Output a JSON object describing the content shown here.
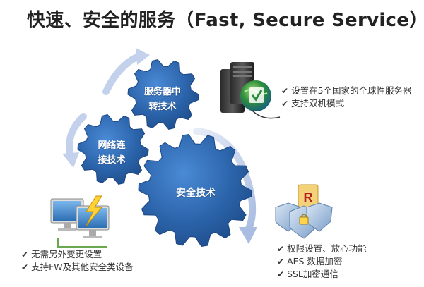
{
  "title": "快速、安全的服务（Fast, Secure Service）",
  "gears": {
    "relay": "服务器中\n转技术",
    "network": "网络连\n接技术",
    "security": "安全技术"
  },
  "server_features": [
    "设置在5个国家的全球性服务器",
    "支持双机模式"
  ],
  "security_features": [
    "权限设置、放心功能",
    "AES 数据加密",
    "SSL加密通信"
  ],
  "pc_features": [
    "无需另外变更设置",
    "支持FW及其他安全类设备"
  ],
  "icons": {
    "check": "✔",
    "server": "server-globe-icon",
    "security": "shield-cluster-icon",
    "pc": "monitor-lightning-icon"
  },
  "colors": {
    "gear": "#2a62a8",
    "gear_highlight": "#4a8ad6",
    "arrow": "#b8c8e6",
    "text": "#333333"
  }
}
